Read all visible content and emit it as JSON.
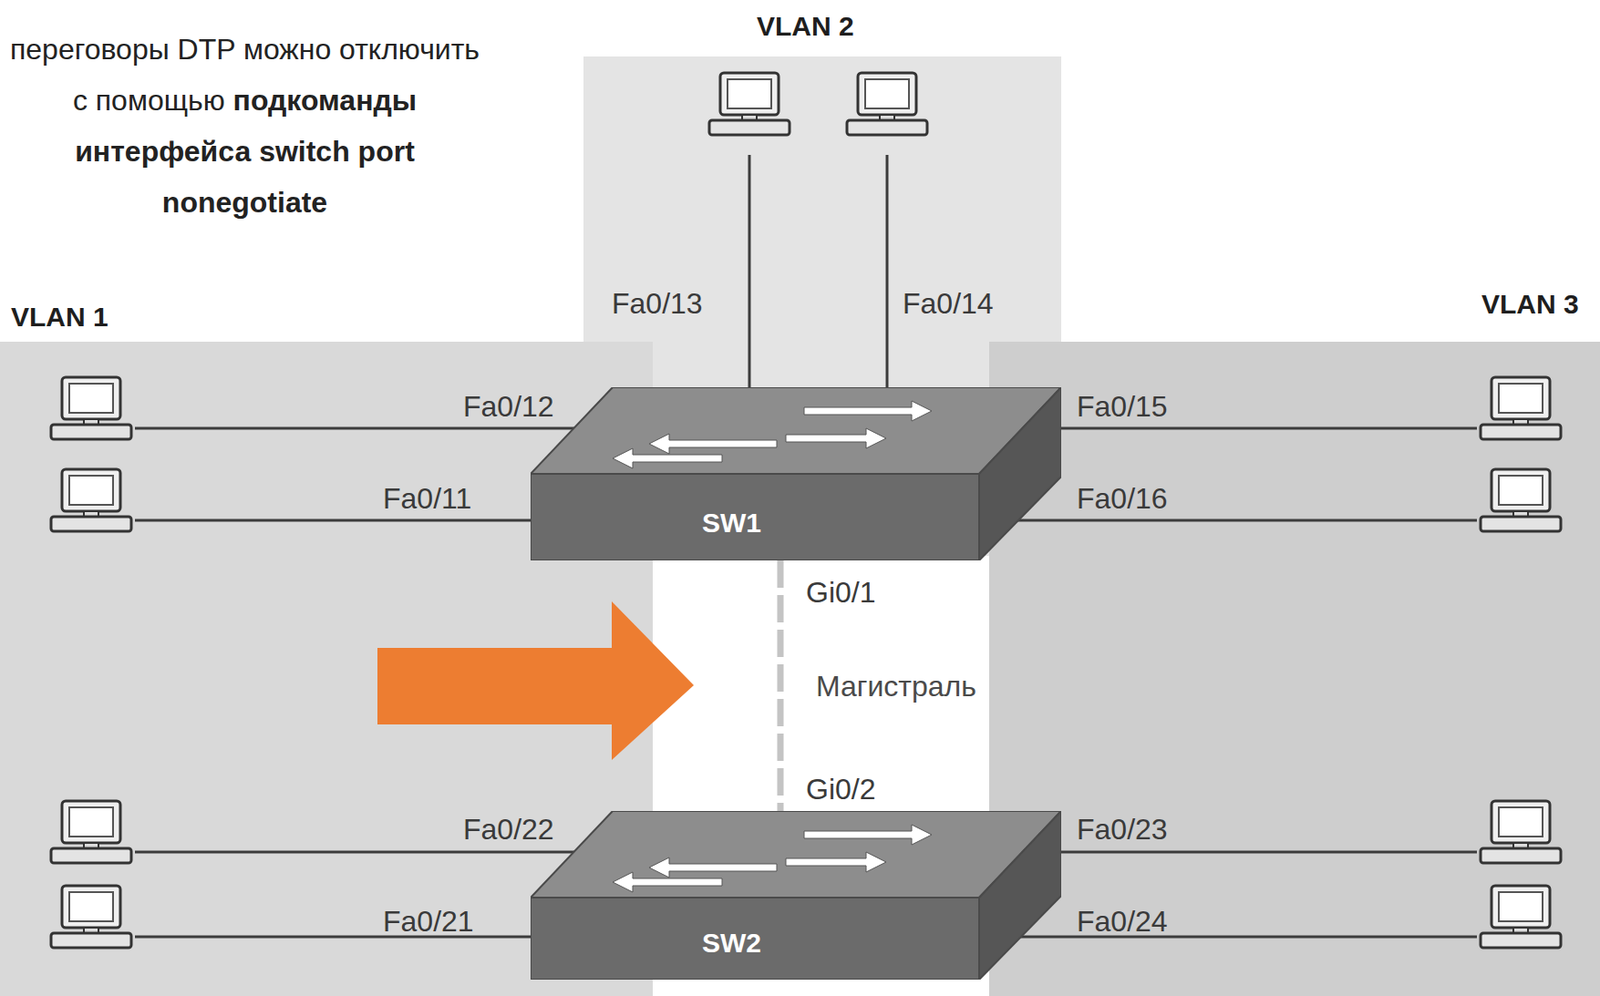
{
  "diagram": {
    "nodes": [
      {
        "text": [
          "VLAN 2"
        ]
      },
      {
        "text": [
          "VLAN 1"
        ]
      },
      {
        "text": [
          "VLAN 3"
        ]
      },
      {
        "text": [
          "SW1"
        ]
      },
      {
        "text": [
          "SW2"
        ]
      }
    ],
    "edges": [
      {
        "from": 3,
        "to": 4,
        "arrow": "none",
        "label": "Магистраль"
      }
    ],
    "labels": [
      "переговоры DTP можно отключить с помощью",
      "подкоманды интерфейса switch port nonegotiate",
      "Fa0/13",
      "Fa0/14",
      "Fa0/12",
      "Fa0/11",
      "Fa0/15",
      "Fa0/16",
      "Gi0/1",
      "Gi0/2",
      "Fa0/22",
      "Fa0/21",
      "Fa0/23",
      "Fa0/24"
    ]
  }
}
